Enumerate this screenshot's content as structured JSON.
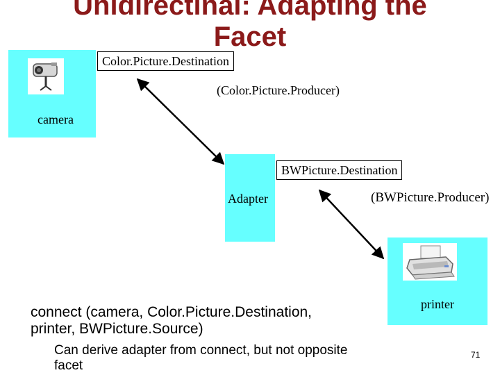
{
  "slide": {
    "title_line1": "Unidirectinal: Adapting the",
    "title_line2": "Facet",
    "page_number": "71"
  },
  "camera": {
    "label": "camera",
    "icon": "camera-icon"
  },
  "adapter": {
    "label": "Adapter"
  },
  "printer": {
    "label": "printer",
    "icon": "printer-icon"
  },
  "labels": {
    "color_destination": "Color.Picture.Destination",
    "color_producer": "(Color.Picture.Producer)",
    "bw_destination": "BWPicture.Destination",
    "bw_producer": "(BWPicture.Producer)"
  },
  "bullets": {
    "main": "connect (camera, Color.Picture.Destination, printer, BWPicture.Source)",
    "sub": "Can derive adapter from connect, but not opposite facet"
  },
  "colors": {
    "title": "#8b1a1a",
    "box_fill": "#66ffff",
    "arrow": "#000000"
  }
}
